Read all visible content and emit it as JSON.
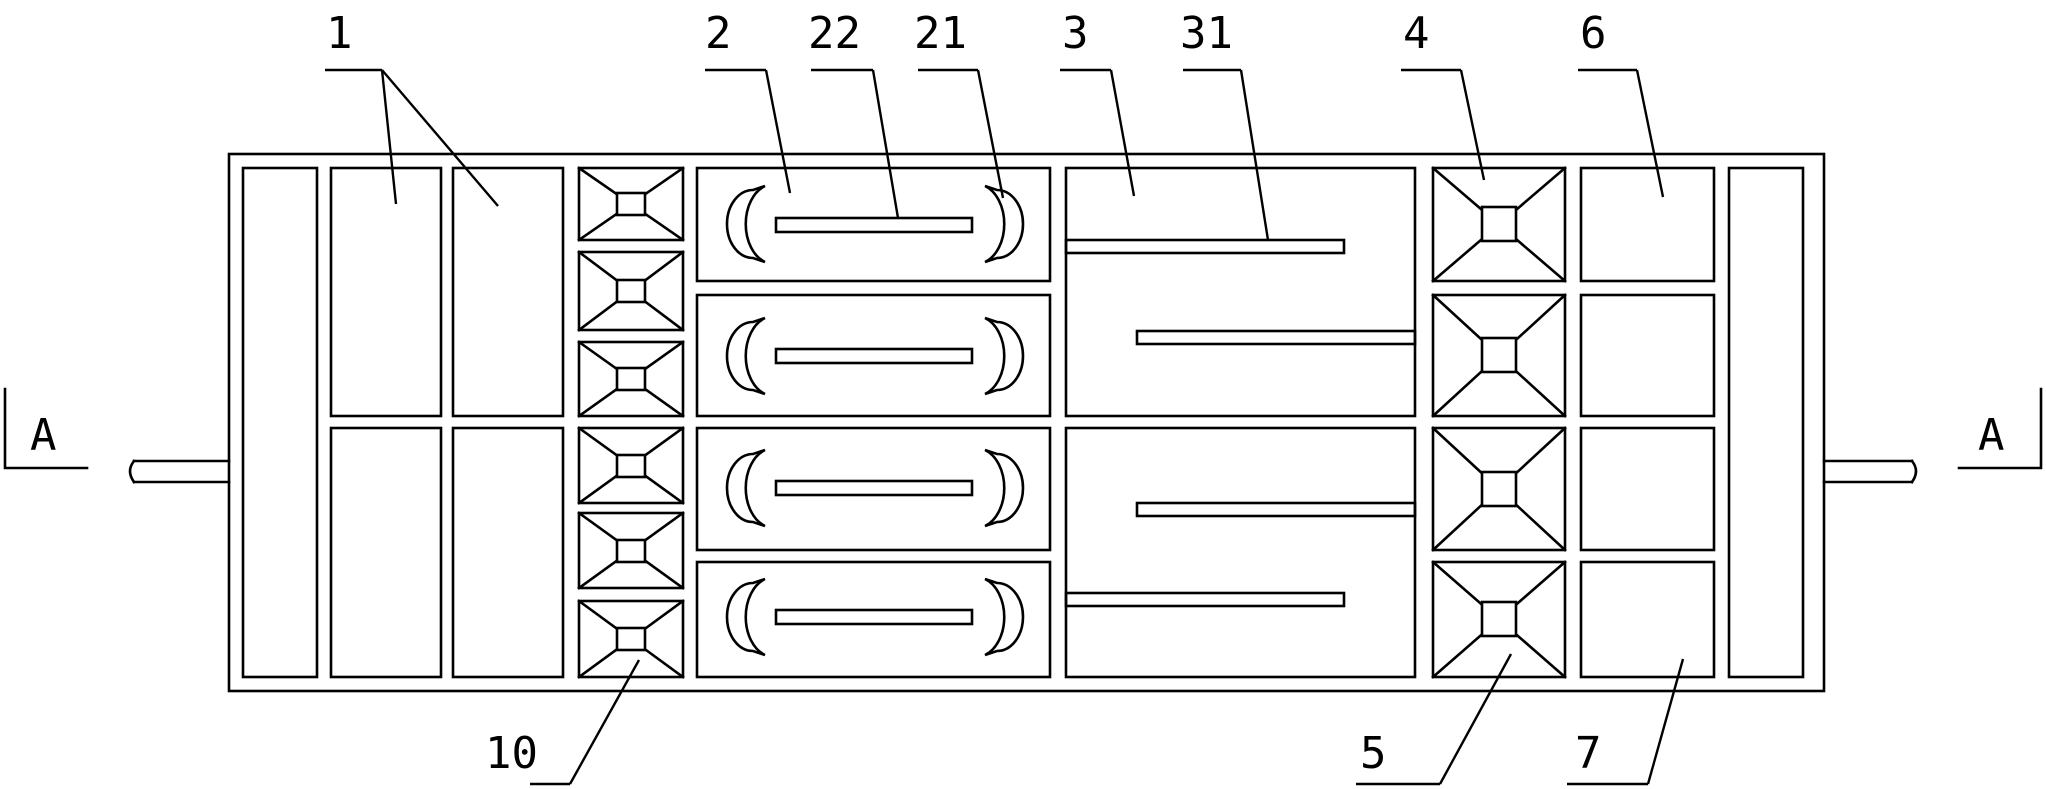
{
  "colors": {
    "ink": "#000000",
    "background": "#ffffff"
  },
  "section_marks": {
    "left": "A",
    "right": "A"
  },
  "callouts": {
    "c1": "1",
    "c2": "2",
    "c22": "22",
    "c21": "21",
    "c3": "3",
    "c31": "31",
    "c4": "4",
    "c6": "6",
    "c10": "10",
    "c5": "5",
    "c7": "7"
  }
}
